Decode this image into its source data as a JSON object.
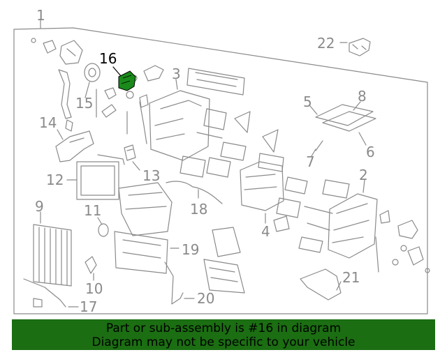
{
  "diagram": {
    "callouts": {
      "c1": "1",
      "c2": "2",
      "c3": "3",
      "c4": "4",
      "c5": "5",
      "c6": "6",
      "c7": "7",
      "c8": "8",
      "c9": "9",
      "c10": "10",
      "c11": "11",
      "c12": "12",
      "c13": "13",
      "c14": "14",
      "c15": "15",
      "c16": "16",
      "c17": "17",
      "c18": "18",
      "c19": "19",
      "c20": "20",
      "c21": "21",
      "c22": "22"
    },
    "highlighted_part": "16",
    "highlight_color": "#1a8a1a",
    "line_color": "#8a8a8a"
  },
  "banner": {
    "line1": "Part or sub-assembly is #16 in diagram",
    "line2": "Diagram may not be specific to your vehicle",
    "background": "#1b6e12"
  }
}
